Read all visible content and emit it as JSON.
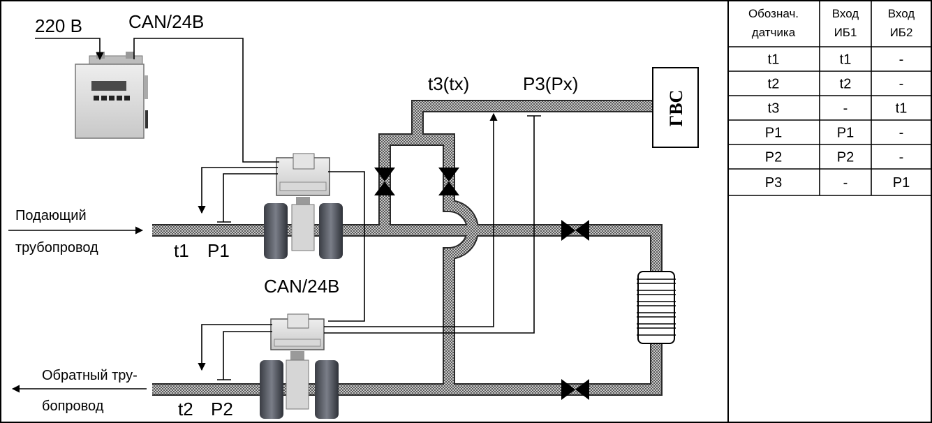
{
  "labels": {
    "power": "220 В",
    "can_top": "CAN/24В",
    "can_mid": "CAN/24В",
    "t3": "t3(tx)",
    "p3": "P3(Px)",
    "gvs": "ГВС",
    "supply_line1": "Подающий",
    "supply_line2": "трубопровод",
    "return_line1": "Обратный тру-",
    "return_line2": "бопровод",
    "t1": "t1",
    "p1": "P1",
    "t2": "t2",
    "p2": "P2"
  },
  "table": {
    "headers": [
      [
        "Обознач.",
        "датчика"
      ],
      [
        "Вход",
        "ИБ1"
      ],
      [
        "Вход",
        "ИБ2"
      ]
    ],
    "rows": [
      [
        "t1",
        "t1",
        "-"
      ],
      [
        "t2",
        "t2",
        "-"
      ],
      [
        "t3",
        "-",
        "t1"
      ],
      [
        "P1",
        "P1",
        "-"
      ],
      [
        "P2",
        "P2",
        "-"
      ],
      [
        "P3",
        "-",
        "P1"
      ]
    ]
  }
}
